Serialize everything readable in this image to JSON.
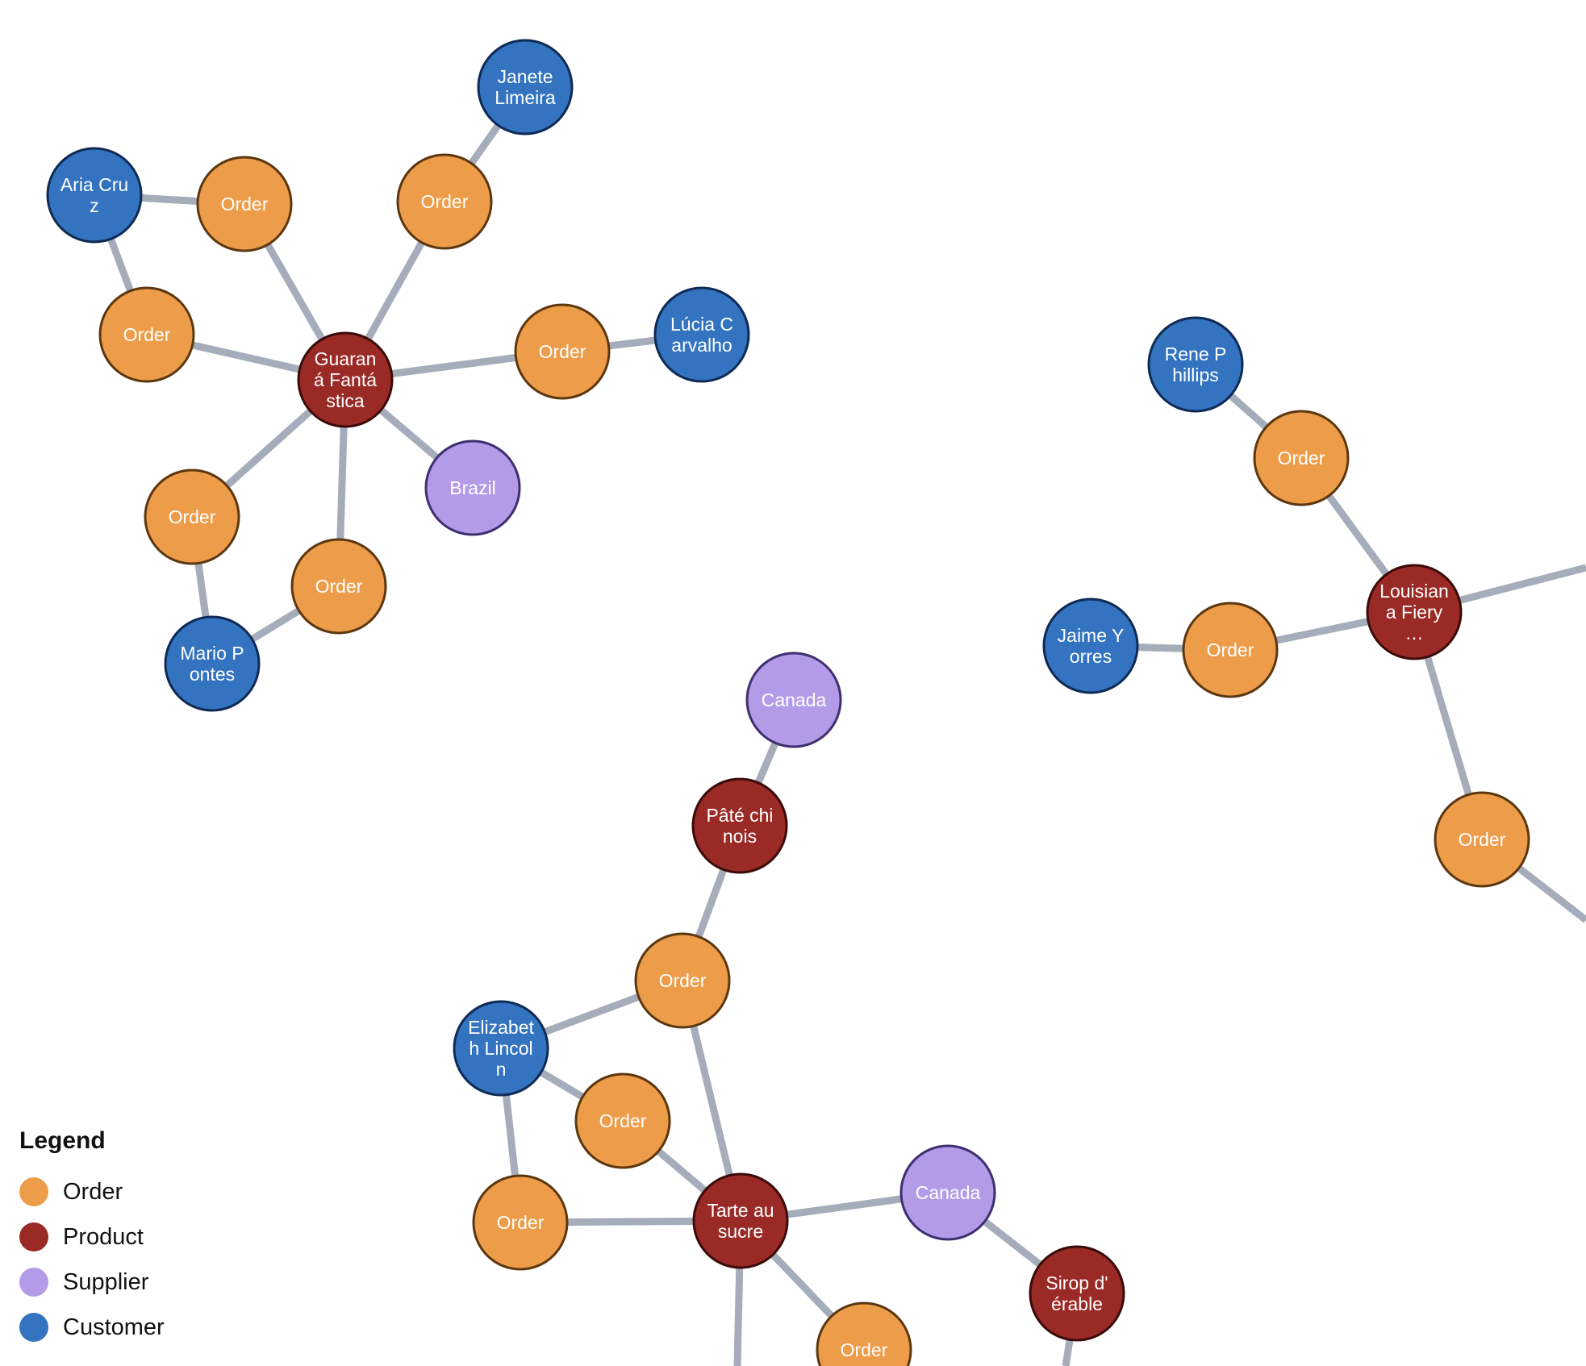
{
  "graph": {
    "colors": {
      "edge": "#a5adbb",
      "order": {
        "fill": "#ed9d4a",
        "stroke": "#5c3710"
      },
      "product": {
        "fill": "#9a2a25",
        "stroke": "#3a0b09"
      },
      "supplier": {
        "fill": "#b39be8",
        "stroke": "#3e2f70"
      },
      "customer": {
        "fill": "#3373c0",
        "stroke": "#0f2a55"
      }
    },
    "nodes": [
      {
        "id": "c-janete",
        "type": "customer",
        "lines": [
          "Janete",
          "Limeira"
        ]
      },
      {
        "id": "c-aria",
        "type": "customer",
        "lines": [
          "Aria Cru",
          "z"
        ]
      },
      {
        "id": "o-1",
        "type": "order",
        "lines": [
          "Order"
        ]
      },
      {
        "id": "o-2",
        "type": "order",
        "lines": [
          "Order"
        ]
      },
      {
        "id": "o-3",
        "type": "order",
        "lines": [
          "Order"
        ]
      },
      {
        "id": "p-guarana",
        "type": "product",
        "lines": [
          "Guaran",
          "á Fantá",
          "stica"
        ]
      },
      {
        "id": "o-4",
        "type": "order",
        "lines": [
          "Order"
        ]
      },
      {
        "id": "c-lucia",
        "type": "customer",
        "lines": [
          "Lúcia C",
          "arvalho"
        ]
      },
      {
        "id": "s-brazil",
        "type": "supplier",
        "lines": [
          "Brazil"
        ]
      },
      {
        "id": "o-5",
        "type": "order",
        "lines": [
          "Order"
        ]
      },
      {
        "id": "o-6",
        "type": "order",
        "lines": [
          "Order"
        ]
      },
      {
        "id": "c-mario",
        "type": "customer",
        "lines": [
          "Mario P",
          "ontes"
        ]
      },
      {
        "id": "c-rene",
        "type": "customer",
        "lines": [
          "Rene P",
          "hillips"
        ]
      },
      {
        "id": "o-7",
        "type": "order",
        "lines": [
          "Order"
        ]
      },
      {
        "id": "p-louisiana",
        "type": "product",
        "lines": [
          "Louisian",
          "a Fiery",
          "…"
        ]
      },
      {
        "id": "c-jaime",
        "type": "customer",
        "lines": [
          "Jaime Y",
          "orres"
        ]
      },
      {
        "id": "o-8",
        "type": "order",
        "lines": [
          "Order"
        ]
      },
      {
        "id": "o-9",
        "type": "order",
        "lines": [
          "Order"
        ]
      },
      {
        "id": "s-canada-1",
        "type": "supplier",
        "lines": [
          "Canada"
        ]
      },
      {
        "id": "p-pate",
        "type": "product",
        "lines": [
          "Pâté chi",
          "nois"
        ]
      },
      {
        "id": "o-10",
        "type": "order",
        "lines": [
          "Order"
        ]
      },
      {
        "id": "c-elizabeth",
        "type": "customer",
        "lines": [
          "Elizabet",
          "h Lincol",
          "n"
        ]
      },
      {
        "id": "o-11",
        "type": "order",
        "lines": [
          "Order"
        ]
      },
      {
        "id": "o-12",
        "type": "order",
        "lines": [
          "Order"
        ]
      },
      {
        "id": "p-tarte",
        "type": "product",
        "lines": [
          "Tarte au",
          "sucre"
        ]
      },
      {
        "id": "s-canada-2",
        "type": "supplier",
        "lines": [
          "Canada"
        ]
      },
      {
        "id": "p-sirop",
        "type": "product",
        "lines": [
          "Sirop d'",
          "érable"
        ]
      },
      {
        "id": "o-13",
        "type": "order",
        "lines": [
          "Order"
        ]
      }
    ],
    "edges": [
      [
        "c-janete",
        "o-2"
      ],
      [
        "c-aria",
        "o-1"
      ],
      [
        "c-aria",
        "o-3"
      ],
      [
        "o-1",
        "p-guarana"
      ],
      [
        "o-2",
        "p-guarana"
      ],
      [
        "o-3",
        "p-guarana"
      ],
      [
        "p-guarana",
        "o-4"
      ],
      [
        "o-4",
        "c-lucia"
      ],
      [
        "p-guarana",
        "s-brazil"
      ],
      [
        "p-guarana",
        "o-5"
      ],
      [
        "p-guarana",
        "o-6"
      ],
      [
        "o-5",
        "c-mario"
      ],
      [
        "o-6",
        "c-mario"
      ],
      [
        "c-rene",
        "o-7"
      ],
      [
        "o-7",
        "p-louisiana"
      ],
      [
        "c-jaime",
        "o-8"
      ],
      [
        "o-8",
        "p-louisiana"
      ],
      [
        "p-louisiana",
        "o-9"
      ],
      [
        "s-canada-1",
        "p-pate"
      ],
      [
        "p-pate",
        "o-10"
      ],
      [
        "o-10",
        "c-elizabeth"
      ],
      [
        "c-elizabeth",
        "o-11"
      ],
      [
        "c-elizabeth",
        "o-12"
      ],
      [
        "o-10",
        "p-tarte"
      ],
      [
        "o-11",
        "p-tarte"
      ],
      [
        "o-12",
        "p-tarte"
      ],
      [
        "p-tarte",
        "s-canada-2"
      ],
      [
        "s-canada-2",
        "p-sirop"
      ],
      [
        "p-tarte",
        "o-13"
      ]
    ]
  },
  "legend": {
    "title": "Legend",
    "items": [
      {
        "label": "Order",
        "color": "#ed9d4a"
      },
      {
        "label": "Product",
        "color": "#9a2a25"
      },
      {
        "label": "Supplier",
        "color": "#b39be8"
      },
      {
        "label": "Customer",
        "color": "#3373c0"
      }
    ]
  }
}
